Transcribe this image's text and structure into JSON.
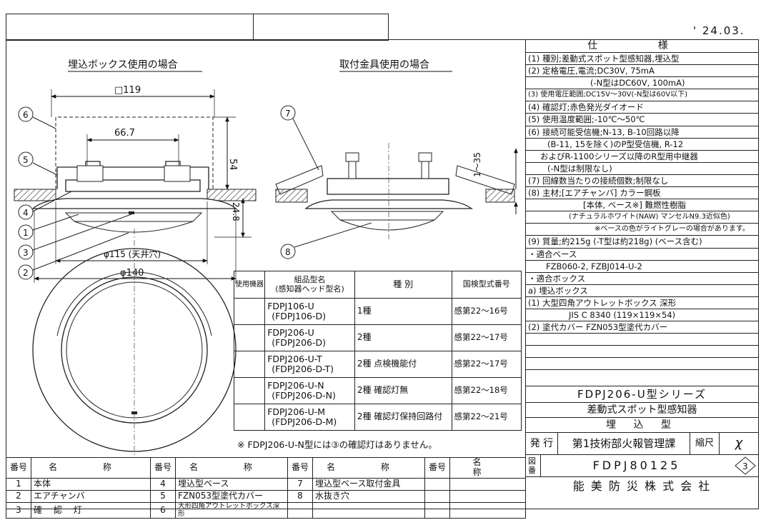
{
  "date": "' 24.03.",
  "views": {
    "left_title": "埋込ボックス使用の場合",
    "right_title": "取付金具使用の場合"
  },
  "dims": {
    "sq119": "□119",
    "d667": "66.7",
    "h54": "54",
    "h248": "24.8",
    "d115": "φ115 (天井穴)",
    "d140": "φ140",
    "r135": "1〜35"
  },
  "callouts": [
    "1",
    "2",
    "3",
    "4",
    "5",
    "6",
    "7",
    "8"
  ],
  "models_table": {
    "headers": [
      "使用機器",
      "組品型名\n(感知器ヘッド型名)",
      "種 別",
      "国検型式番号"
    ],
    "rows": [
      {
        "model": "FDPJ106-U",
        "head": "(FDPJ106-D)",
        "type": "1種",
        "approval": "感第22〜16号"
      },
      {
        "model": "FDPJ206-U",
        "head": "(FDPJ206-D)",
        "type": "2種",
        "approval": "感第22〜17号"
      },
      {
        "model": "FDPJ206-U-T",
        "head": "(FDPJ206-D-T)",
        "type": "2種 点検機能付",
        "approval": "感第22〜17号"
      },
      {
        "model": "FDPJ206-U-N",
        "head": "(FDPJ206-D-N)",
        "type": "2種 確認灯無",
        "approval": "感第22〜18号"
      },
      {
        "model": "FDPJ206-U-M",
        "head": "(FDPJ206-D-M)",
        "type": "2種 確認灯保持回路付",
        "approval": "感第22〜21号"
      }
    ],
    "note": "※ FDPJ206-U-N型には③の確認灯はありません。"
  },
  "spec": {
    "title": "仕 様",
    "lines": [
      "(1) 種別;差動式スポット型感知器,埋込型",
      "(2) 定格電圧,電流;DC30V, 75mA",
      "(-N型はDC60V, 100mA)",
      "(3) 使用電圧範囲;DC15V〜30V(-N型は60V以下)",
      "(4) 確認灯;赤色発光ダイオード",
      "(5) 使用温度範囲;-10℃〜50℃",
      "(6) 接続可能受信機;N-13, B-10回路以降",
      "(B-11, 15を除く)のP型受信機, R-12",
      "およびR-1100シリーズ以降のR型用中継器",
      "(-N型は制限なし)",
      "(7) 回線数当たりの接続個数;制限なし",
      "(8) 主材;[エアチャンバ] カラー鋼板",
      "[本体, ベース※] 難燃性樹脂",
      "(ナチュラルホワイト(NAW) マンセルN9.3近似色)",
      "※ベースの色がライトグレーの場合があります。",
      "(9) 質量;約215g (-T型は約218g) (ベース含む)",
      "・適合ベース",
      "FZB060-2, FZBJ014-U-2",
      "・適合ボックス",
      "a) 埋込ボックス",
      "(1) 大型四角アウトレットボックス 深形",
      "JIS C 8340 (119×119×54)",
      "(2) 塗代カバー FZN053型塗代カバー"
    ]
  },
  "titleblock": {
    "series": "FDPJ206-U型シリーズ",
    "name1": "差動式スポット型感知器",
    "name2": "埋 込 型",
    "issue_label": "発 行",
    "dept": "第1技術部火報管理課",
    "scale_label": "縮尺",
    "scale": "χ",
    "drawing_label": "図番",
    "drawing_no": "FDPJ80125",
    "rev": "3",
    "company": "能 美 防 災 株 式 会 社"
  },
  "parts": {
    "h_no": "番号",
    "h_name": "名 称",
    "items": [
      {
        "no": "1",
        "name": "本体"
      },
      {
        "no": "2",
        "name": "エアチャンバ"
      },
      {
        "no": "3",
        "name": "確 認 灯"
      },
      {
        "no": "4",
        "name": "埋込型ベース"
      },
      {
        "no": "5",
        "name": "FZN053型塗代カバー"
      },
      {
        "no": "6",
        "name": "大形四角アウトレットボックス深形"
      },
      {
        "no": "7",
        "name": "埋込型ベース取付金具"
      },
      {
        "no": "8",
        "name": "水抜き穴"
      }
    ]
  }
}
